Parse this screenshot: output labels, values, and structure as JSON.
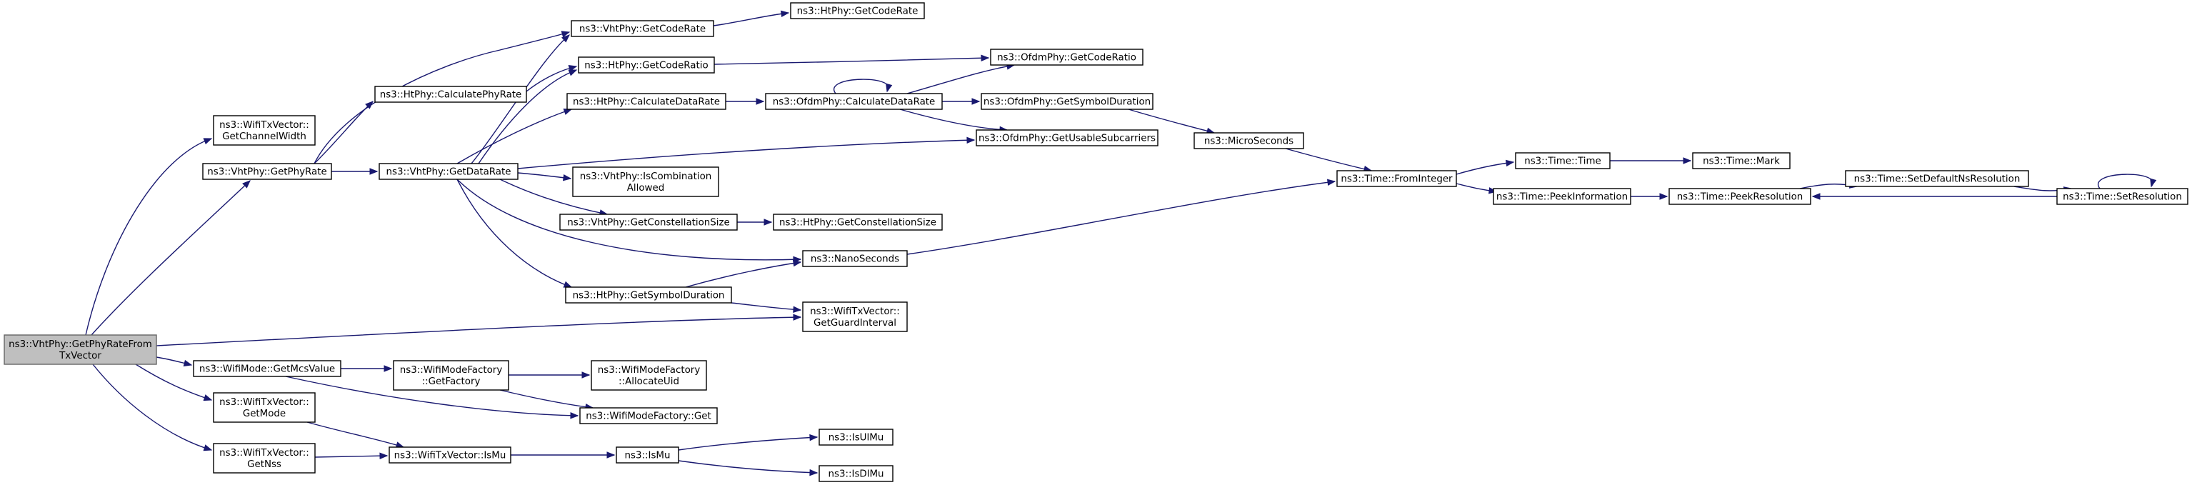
{
  "colors": {
    "edge": "#191970",
    "root_fill": "#bfbfbf",
    "node_fill": "#ffffff",
    "node_border": "#000000"
  },
  "nodes": {
    "root": [
      "ns3::VhtPhy::GetPhyRateFrom",
      "TxVector"
    ],
    "txv_getChannelWidth": [
      "ns3::WifiTxVector::",
      "GetChannelWidth"
    ],
    "vht_getPhyRate": [
      "ns3::VhtPhy::GetPhyRate"
    ],
    "ht_calculatePhyRate": [
      "ns3::HtPhy::CalculatePhyRate"
    ],
    "vht_getCodeRate": [
      "ns3::VhtPhy::GetCodeRate"
    ],
    "ht_getCodeRate": [
      "ns3::HtPhy::GetCodeRate"
    ],
    "ht_getCodeRatio": [
      "ns3::HtPhy::GetCodeRatio"
    ],
    "ofdm_getCodeRatio": [
      "ns3::OfdmPhy::GetCodeRatio"
    ],
    "ht_calculateDataRate": [
      "ns3::HtPhy::CalculateDataRate"
    ],
    "ofdm_calculateDataRate": [
      "ns3::OfdmPhy::CalculateDataRate"
    ],
    "ofdm_getSymbolDuration": [
      "ns3::OfdmPhy::GetSymbolDuration"
    ],
    "ofdm_getUsableSubcarriers": [
      "ns3::OfdmPhy::GetUsableSubcarriers"
    ],
    "microSeconds": [
      "ns3::MicroSeconds"
    ],
    "vht_getDataRate": [
      "ns3::VhtPhy::GetDataRate"
    ],
    "vht_isCombinationAllowed": [
      "ns3::VhtPhy::IsCombination",
      "Allowed"
    ],
    "vht_getConstellationSize": [
      "ns3::VhtPhy::GetConstellationSize"
    ],
    "ht_getConstellationSize": [
      "ns3::HtPhy::GetConstellationSize"
    ],
    "nanoSeconds": [
      "ns3::NanoSeconds"
    ],
    "ht_getSymbolDuration": [
      "ns3::HtPhy::GetSymbolDuration"
    ],
    "txv_getGuardInterval": [
      "ns3::WifiTxVector::",
      "GetGuardInterval"
    ],
    "time_fromInteger": [
      "ns3::Time::FromInteger"
    ],
    "time_time": [
      "ns3::Time::Time"
    ],
    "time_mark": [
      "ns3::Time::Mark"
    ],
    "time_peekInformation": [
      "ns3::Time::PeekInformation"
    ],
    "time_peekResolution": [
      "ns3::Time::PeekResolution"
    ],
    "time_setDefaultNsResolution": [
      "ns3::Time::SetDefaultNsResolution"
    ],
    "time_setResolution": [
      "ns3::Time::SetResolution"
    ],
    "wm_getMcsValue": [
      "ns3::WifiMode::GetMcsValue"
    ],
    "wmf_getFactory": [
      "ns3::WifiModeFactory",
      "::GetFactory"
    ],
    "wmf_allocateUid": [
      "ns3::WifiModeFactory",
      "::AllocateUid"
    ],
    "wmf_get": [
      "ns3::WifiModeFactory::Get"
    ],
    "txv_getMode": [
      "ns3::WifiTxVector::",
      "GetMode"
    ],
    "txv_getNss": [
      "ns3::WifiTxVector::",
      "GetNss"
    ],
    "txv_isMu": [
      "ns3::WifiTxVector::IsMu"
    ],
    "isMu": [
      "ns3::IsMu"
    ],
    "isUlMu": [
      "ns3::IsUlMu"
    ],
    "isDlMu": [
      "ns3::IsDlMu"
    ]
  }
}
